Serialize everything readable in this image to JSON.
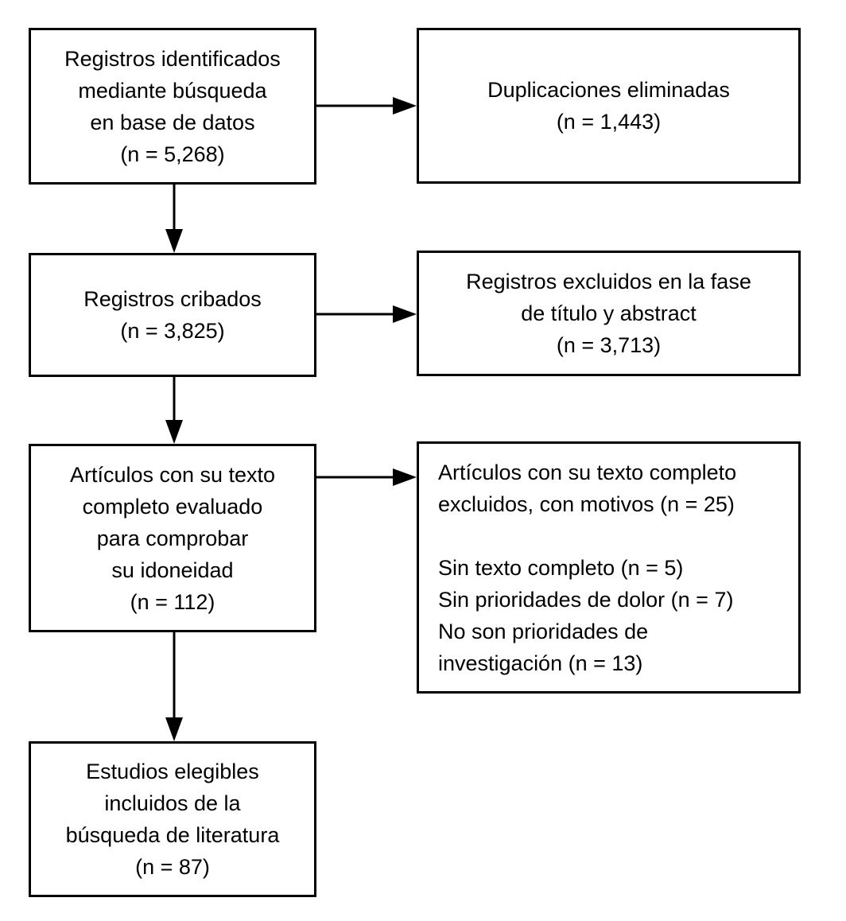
{
  "diagram": {
    "type": "flowchart",
    "language": "es",
    "colors": {
      "background": "#ffffff",
      "box_fill": "#ffffff",
      "box_border": "#000000",
      "text": "#000000",
      "arrow": "#000000"
    },
    "boxes": {
      "identified": {
        "text": "Registros identificados\nmediante búsqueda\nen base de datos\n(n = 5,268)",
        "n": 5268
      },
      "duplicates": {
        "text": "Duplicaciones eliminadas\n(n = 1,443)",
        "n": 1443
      },
      "screened": {
        "text": "Registros cribados\n(n = 3,825)",
        "n": 3825
      },
      "excluded_title_abstract": {
        "text": "Registros excluidos en la fase\nde título y abstract\n(n = 3,713)",
        "n": 3713
      },
      "fulltext_assessed": {
        "text": "Artículos con su texto\ncompleto evaluado\npara comprobar\nsu idoneidad\n(n = 112)",
        "n": 112
      },
      "fulltext_excluded": {
        "text": "Artículos con su texto completo\nexcluidos, con motivos (n = 25)\n\nSin texto completo (n = 5)\nSin prioridades de dolor (n = 7)\nNo son prioridades de\ninvestigación (n = 13)",
        "n": 25,
        "reasons": [
          {
            "label": "Sin texto completo",
            "n": 5
          },
          {
            "label": "Sin prioridades de dolor",
            "n": 7
          },
          {
            "label": "No son prioridades de investigación",
            "n": 13
          }
        ]
      },
      "included": {
        "text": "Estudios elegibles\nincluidos de la\nbúsqueda de literatura\n(n = 87)",
        "n": 87
      }
    },
    "arrows": [
      {
        "from": "identified",
        "to": "duplicates",
        "direction": "right"
      },
      {
        "from": "identified",
        "to": "screened",
        "direction": "down"
      },
      {
        "from": "screened",
        "to": "excluded_title_abstract",
        "direction": "right"
      },
      {
        "from": "screened",
        "to": "fulltext_assessed",
        "direction": "down"
      },
      {
        "from": "fulltext_assessed",
        "to": "fulltext_excluded",
        "direction": "right"
      },
      {
        "from": "fulltext_assessed",
        "to": "included",
        "direction": "down"
      }
    ]
  }
}
